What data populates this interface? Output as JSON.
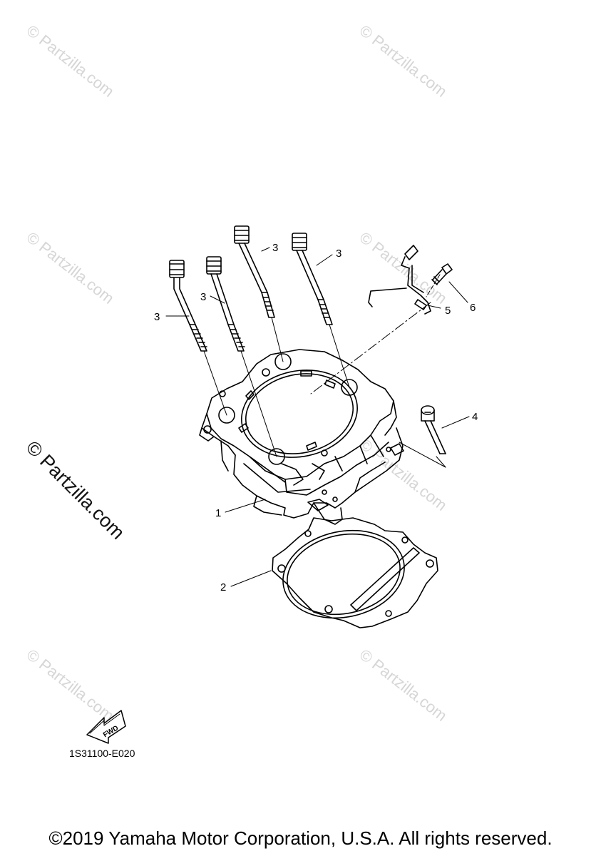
{
  "watermark": {
    "text": "© Partzilla.com"
  },
  "callouts": {
    "c1": "1",
    "c2": "2",
    "c3a": "3",
    "c3b": "3",
    "c3c": "3",
    "c3d": "3",
    "c4": "4",
    "c5": "5",
    "c6": "6"
  },
  "fwd_label": "FWD",
  "diagram_code": "1S31100-E020",
  "copyright": "©2019 Yamaha Motor Corporation, U.S.A. All rights reserved."
}
